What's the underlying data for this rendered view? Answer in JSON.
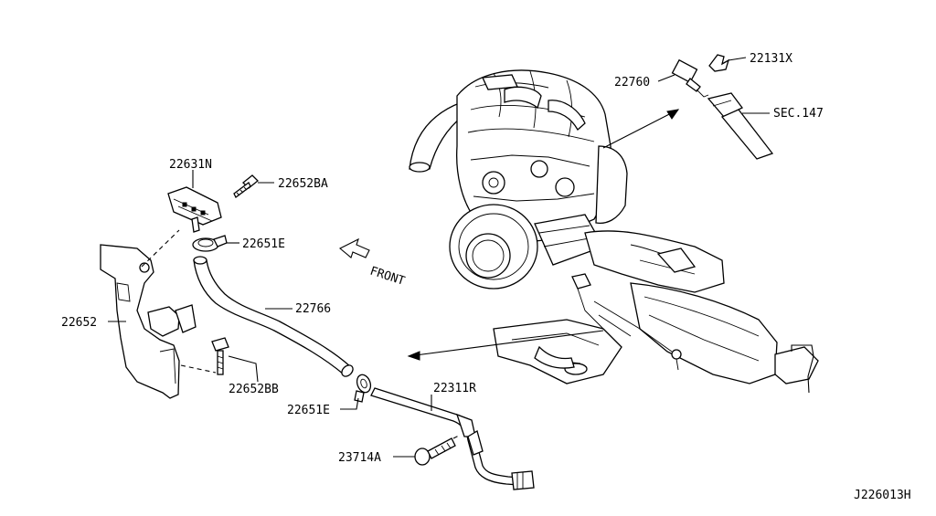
{
  "labels": {
    "p22131X": "22131X",
    "p22760": "22760",
    "pSEC147": "SEC.147",
    "p22631N": "22631N",
    "p22652BA": "22652BA",
    "p22651E_top": "22651E",
    "p22766": "22766",
    "p22652": "22652",
    "p22652BB": "22652BB",
    "p22651E_bottom": "22651E",
    "p22311R": "22311R",
    "p23714A": "23714A",
    "front": "FRONT",
    "diagram_id": "J226013H"
  },
  "colors": {
    "ink": "#000000",
    "paper": "#ffffff"
  }
}
